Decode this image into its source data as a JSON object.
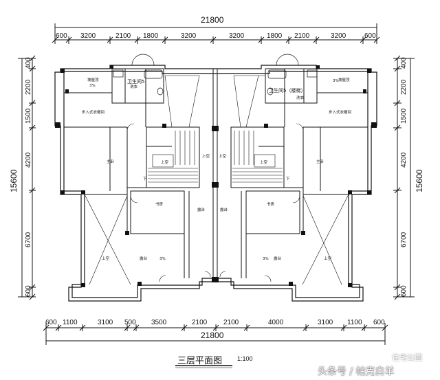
{
  "drawing": {
    "title": "三层平面图",
    "scale": "1:100",
    "watermark": "头条号 / 帕克白羊",
    "watermark_small": "住宅公园"
  },
  "dimensions": {
    "top_total": "21800",
    "bottom_total": "21800",
    "left_total": "15600",
    "right_total": "15600",
    "top_segments": [
      "600",
      "3200",
      "2100",
      "1800",
      "3200",
      "3200",
      "1800",
      "2100",
      "3200",
      "600"
    ],
    "bottom_segments": [
      "600",
      "1100",
      "3100",
      "500",
      "3500",
      "2100",
      "2100",
      "4000",
      "3100",
      "1100",
      "600"
    ],
    "left_segments": [
      "400",
      "2200",
      "1500",
      "4200",
      "6700",
      "600"
    ],
    "right_segments": [
      "400",
      "2200",
      "1500",
      "4200",
      "6700",
      "600"
    ]
  },
  "rooms": {
    "bath_left": "卫生间5",
    "bath_right": "卫生间5（楼梯）",
    "sunroof_left": "坡屋顶",
    "sunroof_right": "坡屋顶",
    "wardrobe_left": "步入式衣帽间",
    "wardrobe_right": "步入式衣帽间",
    "master_left": "主卧",
    "master_right": "主卧",
    "void_left": "上空",
    "void_right": "上空",
    "void_mid_left": "上空",
    "void_mid_right": "上空",
    "bed_left": "书房",
    "bed_right": "书房",
    "terrace_mid_left": "露台",
    "terrace_mid_right": "露台",
    "sky_left": "上空",
    "sky_right": "上空",
    "balcony_left": "露台",
    "balcony_right": "露台",
    "slope_left": "3%",
    "slope_right": "3%",
    "slope_top_left": "3%",
    "slope_top_right": "3%",
    "stair_down_left": "下",
    "stair_down_right": "下",
    "sink_label_left": "洗衣",
    "sink_label_right": "洗衣"
  }
}
